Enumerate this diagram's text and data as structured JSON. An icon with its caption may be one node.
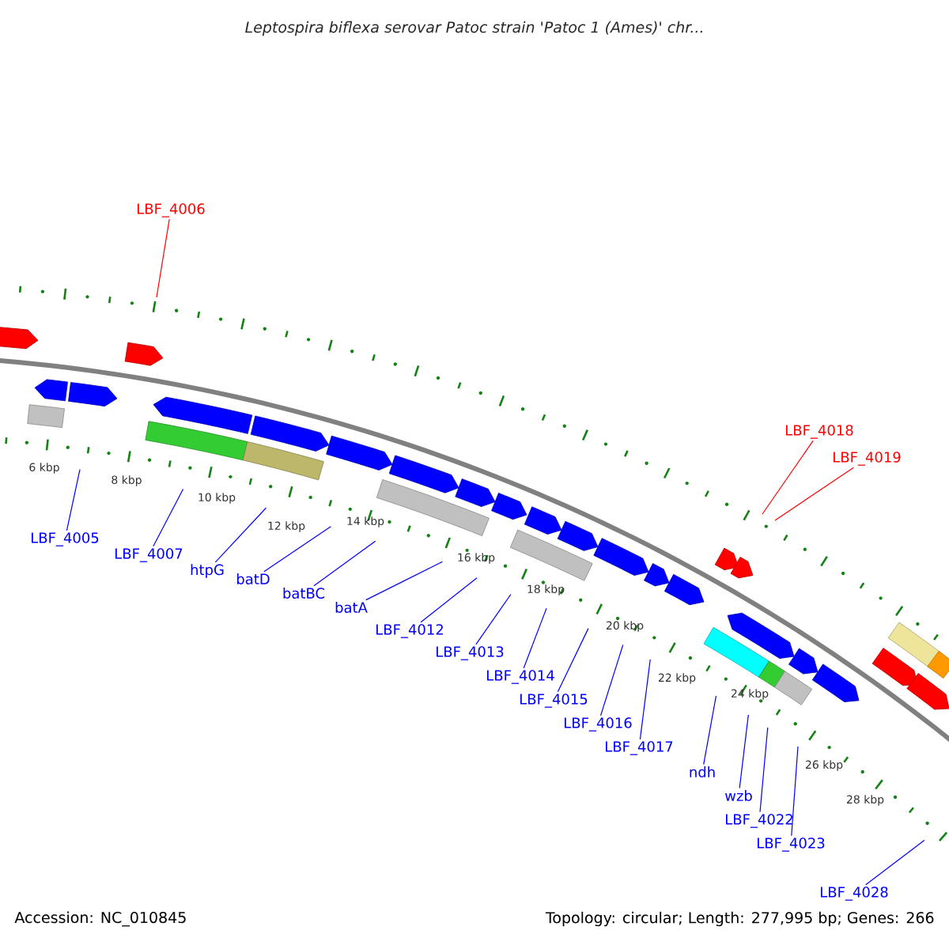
{
  "diagram": {
    "title": "Leptospira biflexa serovar Patoc strain 'Patoc 1 (Ames)' chr...",
    "nodes": [
      {
        "text": [
          "LBF_4006"
        ]
      },
      {
        "text": [
          "LBF_4018"
        ]
      },
      {
        "text": [
          "LBF_4019"
        ]
      },
      {
        "text": [
          "LBF_4005"
        ]
      },
      {
        "text": [
          "LBF_4007"
        ]
      },
      {
        "text": [
          "htpG"
        ]
      },
      {
        "text": [
          "batD"
        ]
      },
      {
        "text": [
          "batBC"
        ]
      },
      {
        "text": [
          "batA"
        ]
      },
      {
        "text": [
          "LBF_4012"
        ]
      },
      {
        "text": [
          "LBF_4013"
        ]
      },
      {
        "text": [
          "LBF_4014"
        ]
      },
      {
        "text": [
          "LBF_4015"
        ]
      },
      {
        "text": [
          "LBF_4016"
        ]
      },
      {
        "text": [
          "LBF_4017"
        ]
      },
      {
        "text": [
          "ndh"
        ]
      },
      {
        "text": [
          "wzb"
        ]
      },
      {
        "text": [
          "LBF_4022"
        ]
      },
      {
        "text": [
          "LBF_4023"
        ]
      },
      {
        "text": [
          "LBF_4028"
        ]
      }
    ],
    "edges": [
      {
        "from": 0,
        "to": null,
        "arrow": "none",
        "color": "#ff0000"
      },
      {
        "from": 1,
        "to": null,
        "arrow": "none",
        "color": "#ff0000"
      },
      {
        "from": 2,
        "to": null,
        "arrow": "none",
        "color": "#ff0000"
      },
      {
        "from": 3,
        "to": null,
        "arrow": "none"
      },
      {
        "from": 4,
        "to": null,
        "arrow": "none"
      },
      {
        "from": 5,
        "to": null,
        "arrow": "none"
      },
      {
        "from": 6,
        "to": null,
        "arrow": "none"
      },
      {
        "from": 7,
        "to": null,
        "arrow": "none"
      },
      {
        "from": 8,
        "to": null,
        "arrow": "none"
      },
      {
        "from": 9,
        "to": null,
        "arrow": "none"
      },
      {
        "from": 10,
        "to": null,
        "arrow": "none"
      },
      {
        "from": 11,
        "to": null,
        "arrow": "none"
      },
      {
        "from": 12,
        "to": null,
        "arrow": "none"
      },
      {
        "from": 13,
        "to": null,
        "arrow": "none"
      },
      {
        "from": 14,
        "to": null,
        "arrow": "none"
      },
      {
        "from": 15,
        "to": null,
        "arrow": "none"
      },
      {
        "from": 16,
        "to": null,
        "arrow": "none"
      },
      {
        "from": 17,
        "to": null,
        "arrow": "none"
      },
      {
        "from": 18,
        "to": null,
        "arrow": "none"
      },
      {
        "from": 19,
        "to": null,
        "arrow": "none"
      }
    ],
    "labels": [
      "6 kbp",
      "8 kbp",
      "10 kbp",
      "12 kbp",
      "14 kbp",
      "16 kbp",
      "18 kbp",
      "20 kbp",
      "22 kbp",
      "24 kbp",
      "26 kbp",
      "28 kbp",
      "Accession: NC_010845",
      "Topology: circular; Length: 277,995 bp; Genes: 266"
    ]
  }
}
